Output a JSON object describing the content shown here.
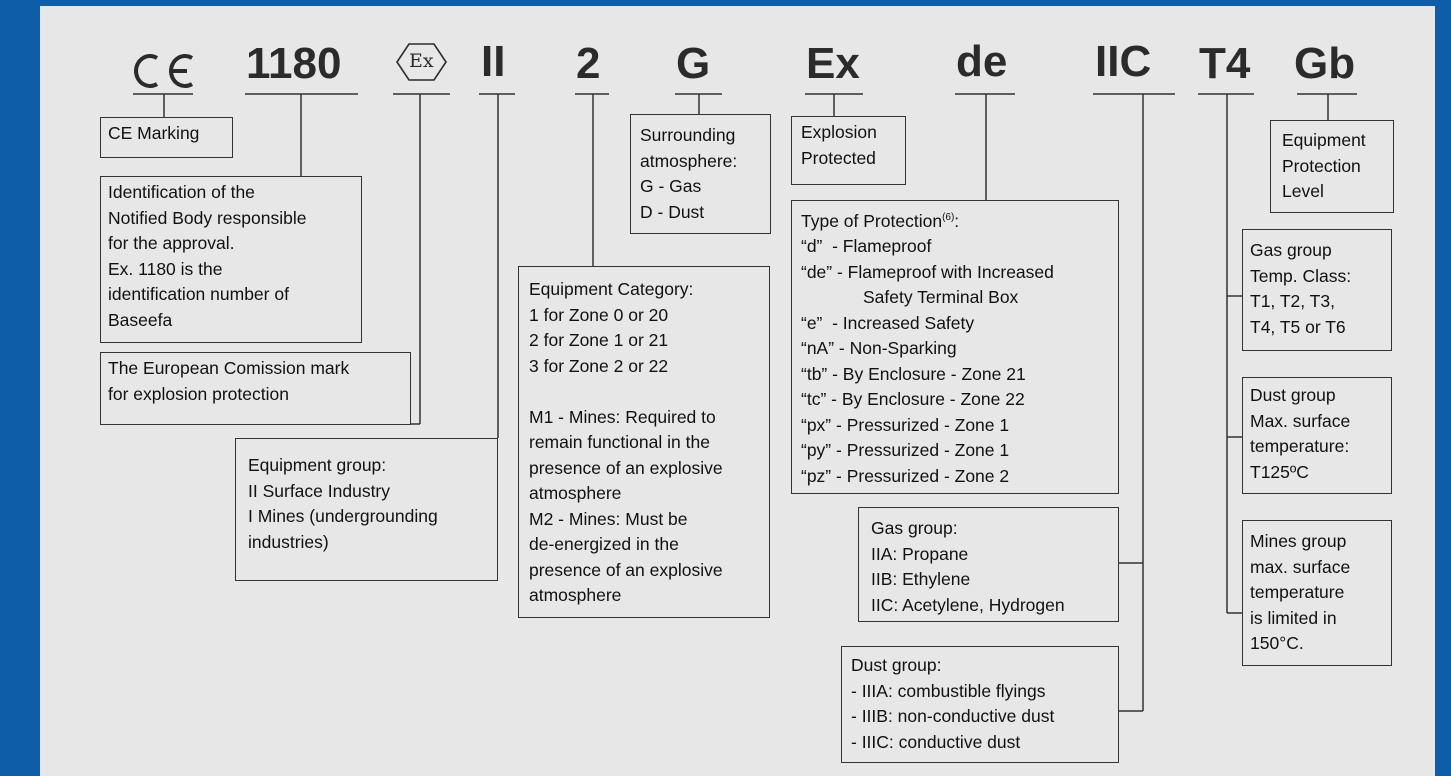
{
  "codes": {
    "ce": "CE",
    "notified_body": "1180",
    "ex_symbol": "Ex",
    "equipment_group": "II",
    "category": "2",
    "atmosphere": "G",
    "ex": "Ex",
    "protection": "de",
    "gas_group": "IIC",
    "temp_class": "T4",
    "epl": "Gb"
  },
  "boxes": {
    "ce_marking": [
      "CE Marking"
    ],
    "notified_body": [
      "Identification of the",
      "Notified Body responsible",
      "for the approval.",
      "Ex. 1180 is the",
      "identification number of",
      "Baseefa"
    ],
    "ec_mark": [
      "The European Comission mark",
      "for explosion protection"
    ],
    "equipment_group": [
      "Equipment group:",
      "II Surface Industry",
      "I Mines (undergrounding",
      "industries)"
    ],
    "equipment_category": [
      "Equipment Category:",
      "1 for Zone 0 or 20",
      "2 for Zone 1 or 21",
      "3 for Zone 2 or 22",
      "",
      "M1 - Mines: Required to",
      "remain functional in the",
      "presence of an explosive",
      "atmosphere",
      "M2 - Mines: Must be",
      "de-energized in the",
      "presence of an explosive",
      "atmosphere"
    ],
    "surrounding": [
      "Surrounding",
      "atmosphere:",
      "G - Gas",
      "D - Dust"
    ],
    "explosion_protected": [
      "Explosion",
      "Protected"
    ],
    "type_of_protection": {
      "title": "Type of Protection",
      "footnote": "(6)",
      "title_suffix": ":",
      "lines": [
        "“d”  - Flameproof",
        "“de” - Flameproof with Increased",
        "Safety Terminal Box",
        "“e”  - Increased Safety",
        "“nA” - Non-Sparking",
        "“tb” - By Enclosure - Zone 21",
        "“tc” - By Enclosure - Zone 22",
        "“px” - Pressurized - Zone 1",
        "“py” - Pressurized - Zone 1",
        "“pz” - Pressurized - Zone 2"
      ]
    },
    "gas_group": [
      "Gas group:",
      "IIA: Propane",
      "IIB: Ethylene",
      "IIC: Acetylene, Hydrogen"
    ],
    "dust_group": [
      "Dust group:",
      "- IIIA: combustible flyings",
      "- IIIB: non-conductive dust",
      "- IIIC: conductive dust"
    ],
    "epl": [
      "Equipment",
      "Protection",
      "Level"
    ],
    "t_gas": [
      "Gas group",
      "Temp. Class:",
      "T1, T2, T3,",
      "T4, T5 or T6"
    ],
    "t_dust": [
      "Dust group",
      "Max. surface",
      "temperature:",
      "T125ºC"
    ],
    "t_mines": [
      "Mines group",
      "max. surface",
      "temperature",
      "is limited in",
      "150°C."
    ]
  },
  "colors": {
    "frame": "#0d5da8",
    "panel": "#e7e7e7",
    "ink": "#2b2b2b",
    "line": "#333333"
  }
}
